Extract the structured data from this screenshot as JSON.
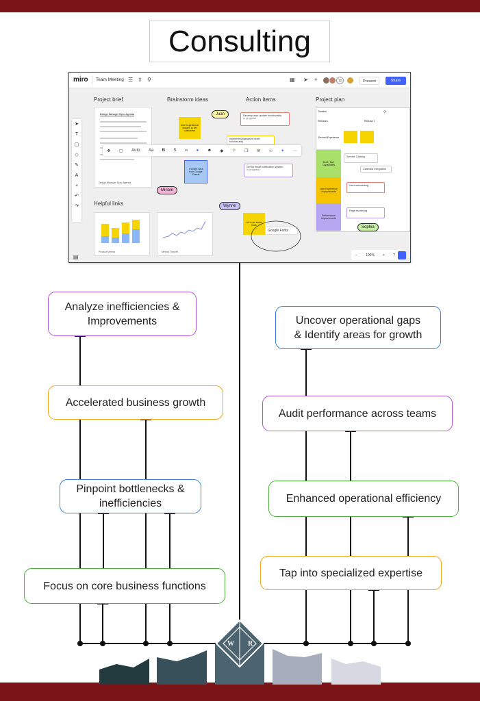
{
  "page": {
    "title": "Consulting"
  },
  "brand": {
    "band_color": "#7a1418",
    "logo_letters": [
      "W",
      "R"
    ]
  },
  "screenshot": {
    "app_logo": "miro",
    "board_name": "Team Meeting",
    "present_label": "Present",
    "share_label": "Share",
    "avatar_count": "12",
    "sections": {
      "project_brief": "Project brief",
      "brainstorm": "Brainstorm ideas",
      "action_items": "Action items",
      "project_plan": "Project plan",
      "helpful_links": "Helpful links"
    },
    "brief_doc_title": "Design Manager Sync Agenda",
    "brief_doc_caption": "Design Manager Sync Agenda",
    "stickies": {
      "add_images": "Add inspirational images to set customers",
      "transfer": "Transfer data from Google Sheets",
      "fonts": "Let's use these fonts"
    },
    "name_tags": {
      "juan": "Juan",
      "miriam": "Miriam",
      "wynne": "Wynne",
      "sophia": "Sophia"
    },
    "actions": {
      "a1": "Develop auto update functionality",
      "a1_status": "In progress",
      "a2": "Implement password reset functionality",
      "a3": "Set up email notification system",
      "a3_status": "In progress"
    },
    "toolbar": {
      "font_size": "Auto",
      "text": "Aa"
    },
    "links": {
      "product_metrics": "Product Metrics",
      "metrics_tracker": "Metrics Tracker",
      "google_fonts": "Google Fonts"
    },
    "plan": {
      "timeline": "Timeline",
      "q1": "Q1",
      "releases": "Releases",
      "release1": "Release 1",
      "rows": [
        "Desired Experience",
        "Must Have Capabilities",
        "User Experience Improvements",
        "Performance Improvements"
      ],
      "cards": [
        "Service Catalog",
        "Calendar integration",
        "User onboarding",
        "Page rendering"
      ]
    },
    "zoom": "100%"
  },
  "diagram": {
    "left_nodes": [
      {
        "text": "Analyze inefficiencies &\nImprovements",
        "color": "#b457d8"
      },
      {
        "text": "Accelerated business growth",
        "color": "#f2a51a"
      },
      {
        "text": "Pinpoint bottlenecks &\ninefficiencies",
        "color": "#3f7fd8"
      },
      {
        "text": "Focus on core business functions",
        "color": "#4caf3d"
      }
    ],
    "right_nodes": [
      {
        "text": "Uncover operational gaps\n& Identify areas for growth",
        "color": "#3f7fd8"
      },
      {
        "text": "Audit performance across teams",
        "color": "#b457d8"
      },
      {
        "text": "Enhanced operational efficiency",
        "color": "#4caf3d"
      },
      {
        "text": "Tap into specialized expertise",
        "color": "#f2a51a"
      }
    ]
  },
  "buildings": {
    "colors": [
      "#233a3f",
      "#37505a",
      "#4b6470",
      "#a7adbd",
      "#d7d8e2"
    ]
  }
}
